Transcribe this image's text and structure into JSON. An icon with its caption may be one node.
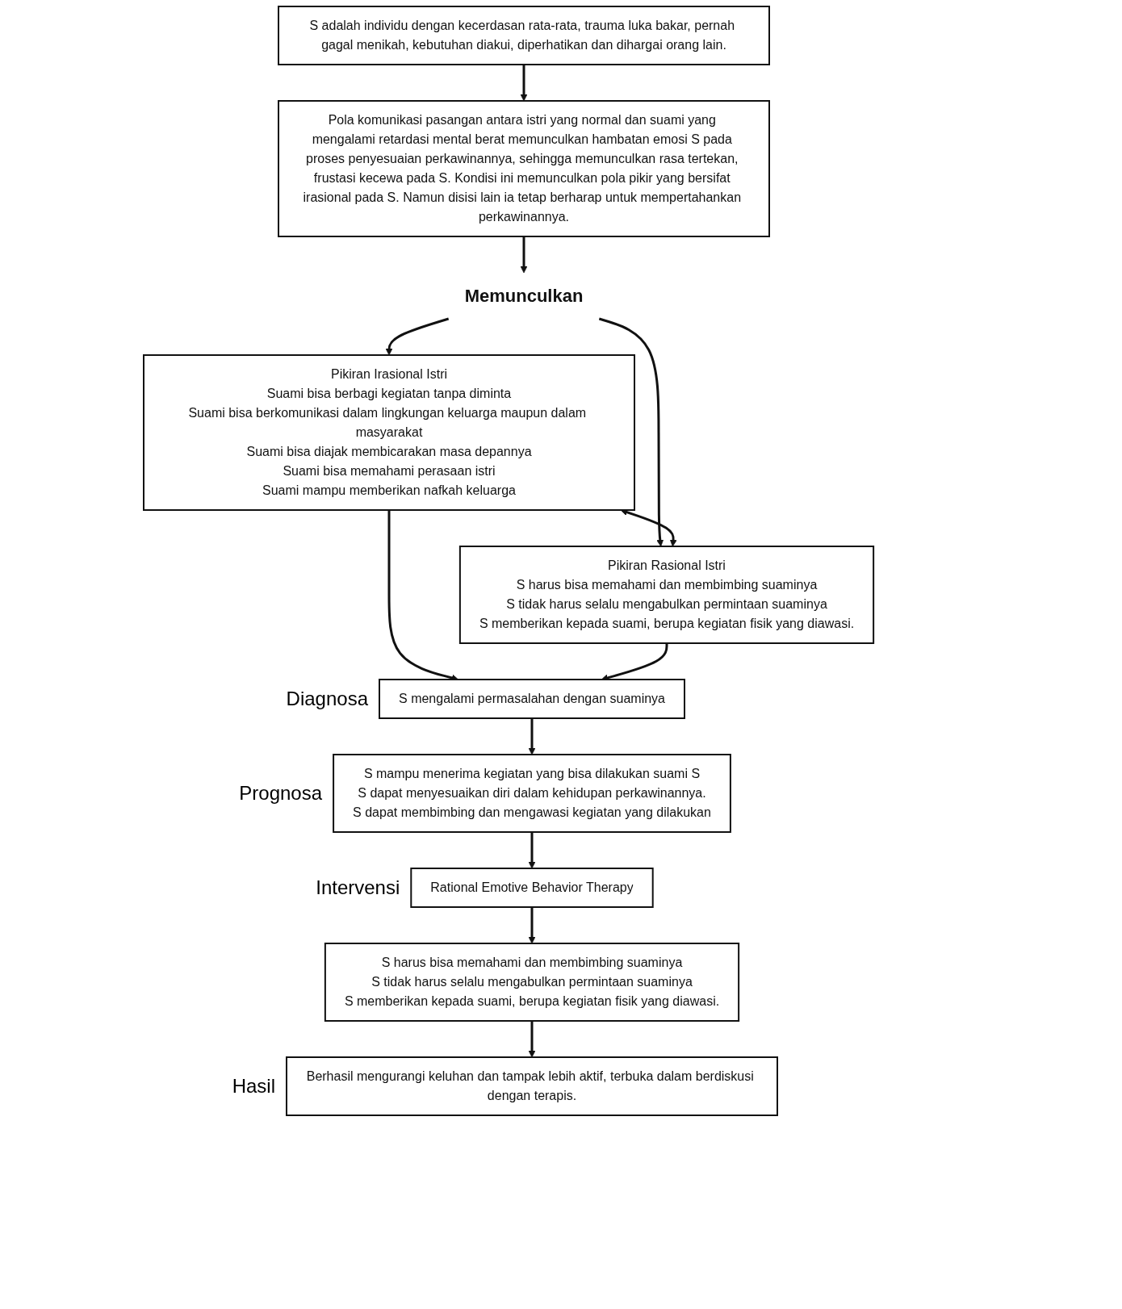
{
  "diagram": {
    "nodes": [
      {
        "text": [
          "S adalah individu dengan kecerdasan rata-rata, trauma luka bakar, pernah gagal menikah, kebutuhan diakui, diperhatikan dan dihargai orang lain."
        ]
      },
      {
        "text": [
          "Pola komunikasi pasangan antara istri yang normal dan suami yang mengalami retardasi mental berat memunculkan hambatan emosi S pada proses penyesuaian perkawinannya, sehingga memunculkan rasa tertekan, frustasi kecewa pada S. Kondisi ini memunculkan pola pikir yang bersifat irasional pada S. Namun disisi lain ia tetap berharap untuk mempertahankan perkawinannya."
        ]
      },
      {
        "text": [
          "Memunculkan"
        ]
      },
      {
        "text": [
          "Pikiran Irasional Istri",
          "Suami bisa berbagi kegiatan tanpa diminta",
          "Suami bisa berkomunikasi dalam lingkungan keluarga maupun dalam masyarakat",
          "Suami bisa diajak membicarakan masa depannya",
          "Suami bisa memahami perasaan istri",
          "Suami mampu memberikan nafkah keluarga"
        ]
      },
      {
        "text": [
          "Pikiran Rasional Istri",
          "S harus bisa memahami dan membimbing suaminya",
          "S tidak harus selalu mengabulkan permintaan suaminya",
          "S memberikan kepada suami, berupa kegiatan fisik yang diawasi."
        ]
      },
      {
        "text": [
          "S mengalami permasalahan dengan suaminya"
        ],
        "beside": [
          "Diagnosa"
        ]
      },
      {
        "text": [
          "S mampu menerima kegiatan yang bisa dilakukan suami S",
          "S dapat menyesuaikan diri dalam kehidupan perkawinannya.",
          "S dapat membimbing dan mengawasi kegiatan yang dilakukan"
        ],
        "beside": [
          "Prognosa"
        ]
      },
      {
        "text": [
          "Rational Emotive Behavior Therapy"
        ],
        "beside": [
          "Intervensi"
        ]
      },
      {
        "text": [
          "S harus bisa memahami dan membimbing suaminya",
          "S tidak harus selalu mengabulkan permintaan suaminya",
          "S memberikan kepada suami, berupa kegiatan fisik yang diawasi."
        ]
      },
      {
        "text": [
          "Berhasil mengurangi keluhan dan tampak lebih aktif, terbuka dalam berdiskusi dengan terapis."
        ],
        "beside": [
          "Hasil"
        ]
      }
    ],
    "edges": [
      {
        "from": 0,
        "to": 1,
        "arrow": "to"
      },
      {
        "from": 1,
        "to": 2,
        "arrow": "to"
      },
      {
        "from": 2,
        "to": 3,
        "arrow": "to"
      },
      {
        "from": 2,
        "to": 4,
        "arrow": "to"
      },
      {
        "from": 3,
        "to": 4,
        "arrow": "both"
      },
      {
        "from": 3,
        "to": 5,
        "arrow": "to"
      },
      {
        "from": 4,
        "to": 5,
        "arrow": "to"
      },
      {
        "from": 5,
        "to": 6,
        "arrow": "to"
      },
      {
        "from": 6,
        "to": 7,
        "arrow": "to"
      },
      {
        "from": 7,
        "to": 8,
        "arrow": "to"
      },
      {
        "from": 8,
        "to": 9,
        "arrow": "to"
      }
    ]
  }
}
